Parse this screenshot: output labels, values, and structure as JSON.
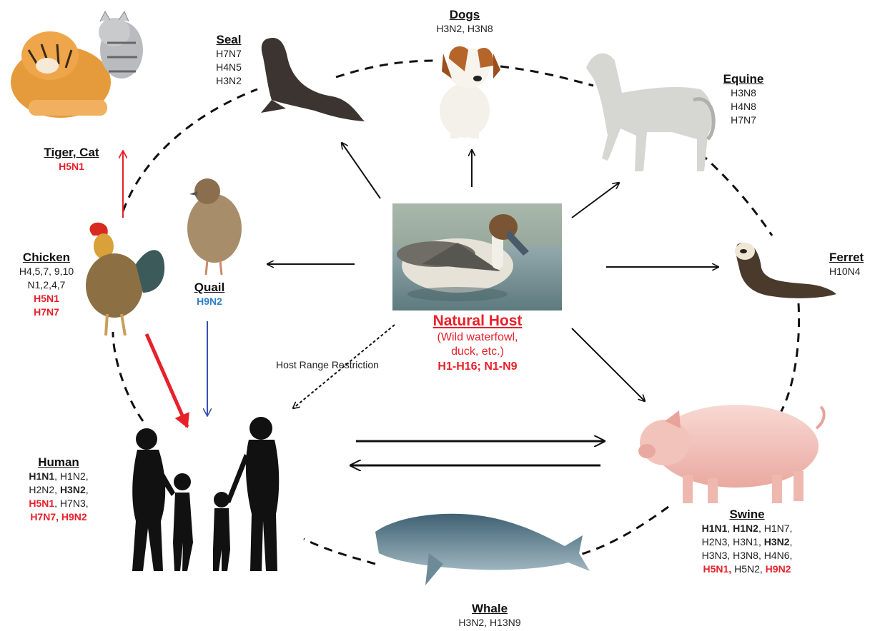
{
  "center": {
    "title": "Natural Host",
    "subtitle_line1": "(Wild waterfowl,",
    "subtitle_line2": "duck, etc.)",
    "serotypes": "H1-H16; N1-N9"
  },
  "restriction_label": "Host Range Restriction",
  "hosts": {
    "tiger_cat": {
      "name": "Tiger, Cat",
      "line1": "H5N1"
    },
    "seal": {
      "name": "Seal",
      "line1": "H7N7",
      "line2": "H4N5",
      "line3": "H3N2"
    },
    "dogs": {
      "name": "Dogs",
      "line1": "H3N2, H3N8"
    },
    "equine": {
      "name": "Equine",
      "line1": "H3N8",
      "line2": "H4N8",
      "line3": "H7N7"
    },
    "ferret": {
      "name": "Ferret",
      "line1": "H10N4"
    },
    "chicken": {
      "name": "Chicken",
      "line1": "H4,5,7, 9,10",
      "line2": "N1,2,4,7",
      "line3": "H5N1",
      "line4": "H7N7"
    },
    "quail": {
      "name": "Quail",
      "line1": "H9N2"
    },
    "human": {
      "name": "Human",
      "l1a": "H1N1",
      "l1b": ", H1N2,",
      "l2a": "H2N2, ",
      "l2b": "H3N2",
      "l2c": ",",
      "l3a": "H5N1",
      "l3b": ", H7N3,",
      "l4": "H7N7, H9N2"
    },
    "swine": {
      "name": "Swine",
      "l1a": "H1N1",
      "l1b": ", ",
      "l1c": "H1N2",
      "l1d": ", H1N7,",
      "l2a": "H2N3, H3N1, ",
      "l2b": "H3N2",
      "l2c": ",",
      "l3": "H3N3, H3N8, H4N6,",
      "l4a": "H5N1, ",
      "l4b": "H5N2, ",
      "l4c": "H9N2"
    },
    "whale": {
      "name": "Whale",
      "line1": "H3N2, H13N9"
    }
  },
  "colors": {
    "highlight_red": "#e8202a",
    "quail_blue": "#2f7fc8",
    "arrow_blue": "#3a4fb0",
    "line": "#111111"
  }
}
